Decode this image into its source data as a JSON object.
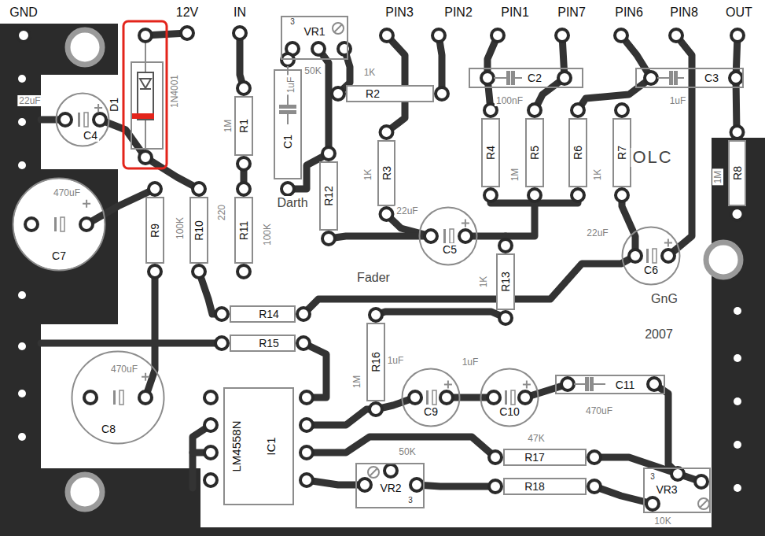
{
  "diagram": {
    "nodes": [
      {
        "text": [
          "D1",
          "1N4001"
        ]
      },
      {
        "text": [
          "VR1"
        ]
      },
      {
        "text": [
          "C4"
        ]
      },
      {
        "text": [
          "C1"
        ]
      },
      {
        "text": [
          "R1"
        ]
      },
      {
        "text": [
          "R2"
        ]
      },
      {
        "text": [
          "C2"
        ]
      },
      {
        "text": [
          "C3"
        ]
      },
      {
        "text": [
          "R4"
        ]
      },
      {
        "text": [
          "R5"
        ]
      },
      {
        "text": [
          "R6"
        ]
      },
      {
        "text": [
          "R7"
        ]
      },
      {
        "text": [
          "R3"
        ]
      },
      {
        "text": [
          "R8"
        ]
      },
      {
        "text": [
          "470uF",
          "C7"
        ]
      },
      {
        "text": [
          "R9"
        ]
      },
      {
        "text": [
          "R10"
        ]
      },
      {
        "text": [
          "R11"
        ]
      },
      {
        "text": [
          "R12"
        ]
      },
      {
        "text": [
          "C5"
        ]
      },
      {
        "text": [
          "C6"
        ]
      },
      {
        "text": [
          "R13"
        ]
      },
      {
        "text": [
          "R14"
        ]
      },
      {
        "text": [
          "R15"
        ]
      },
      {
        "text": [
          "R16"
        ]
      },
      {
        "text": [
          "C9"
        ]
      },
      {
        "text": [
          "C10"
        ]
      },
      {
        "text": [
          "C11"
        ]
      },
      {
        "text": [
          "470uF",
          "C8"
        ]
      },
      {
        "text": [
          "LM4558N",
          "IC1"
        ]
      },
      {
        "text": [
          "R17"
        ]
      },
      {
        "text": [
          "R18"
        ]
      },
      {
        "text": [
          "VR2"
        ]
      },
      {
        "text": [
          "VR3"
        ]
      }
    ],
    "labels": [
      "GND",
      "12V",
      "IN",
      "PIN3",
      "PIN2",
      "PIN1",
      "PIN7",
      "PIN6",
      "PIN8",
      "OUT",
      "3",
      "50K",
      "1K",
      "22uF",
      "1uF",
      "1M",
      "100nF",
      "1uF",
      "1K",
      "22uF",
      "Darth",
      "1M",
      "1K",
      "OLC",
      "1M",
      "22uF",
      "100K",
      "220",
      "100K",
      "Fader",
      "1K",
      "GnG",
      "2007",
      "1M",
      "1uF",
      "1uF",
      "470uF",
      "47K",
      "50K",
      "3",
      "10K",
      "3"
    ]
  }
}
